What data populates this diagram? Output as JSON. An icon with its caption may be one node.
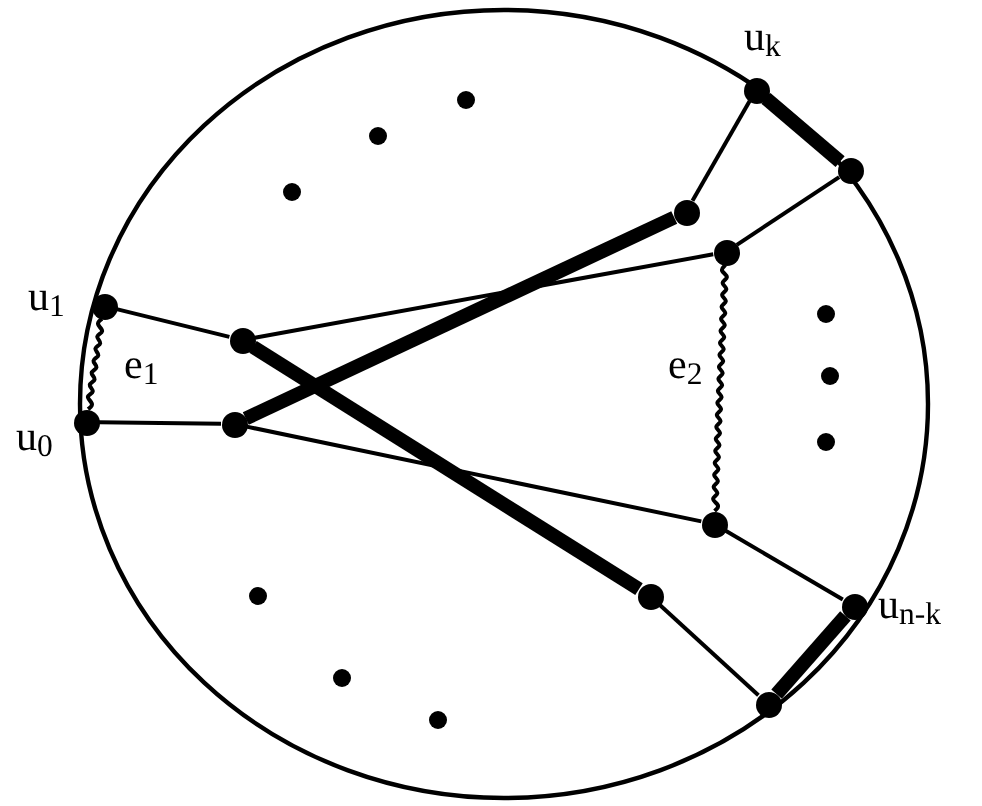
{
  "diagram": {
    "nodes": [
      {
        "text": [],
        "shape": "circle",
        "beside": [
          "u$_{1}$"
        ]
      },
      {
        "text": [],
        "shape": "circle",
        "beside": [
          "u$_{0}$"
        ]
      },
      {
        "text": [],
        "shape": "circle"
      },
      {
        "text": [],
        "shape": "circle"
      },
      {
        "text": [],
        "shape": "circle"
      },
      {
        "text": [],
        "shape": "circle"
      },
      {
        "text": [],
        "shape": "circle",
        "beside": [
          "u$_{k}$"
        ]
      },
      {
        "text": [],
        "shape": "circle"
      },
      {
        "text": [],
        "shape": "circle"
      },
      {
        "text": [],
        "shape": "circle"
      },
      {
        "text": [],
        "shape": "circle",
        "beside": [
          "u$_{n-k}$"
        ]
      },
      {
        "text": [],
        "shape": "circle"
      }
    ],
    "edges": [
      {
        "from": 0,
        "to": 1,
        "arrow": "none",
        "label": "e$_{1}$"
      },
      {
        "from": 0,
        "to": 2,
        "arrow": "none"
      },
      {
        "from": 1,
        "to": 3,
        "arrow": "none"
      },
      {
        "from": 2,
        "to": 5,
        "arrow": "none"
      },
      {
        "from": 2,
        "to": 9,
        "arrow": "none",
        "style": "thick"
      },
      {
        "from": 3,
        "to": 4,
        "arrow": "none",
        "style": "thick"
      },
      {
        "from": 3,
        "to": 8,
        "arrow": "none"
      },
      {
        "from": 6,
        "to": 4,
        "arrow": "none"
      },
      {
        "from": 6,
        "to": 7,
        "arrow": "none",
        "style": "thick"
      },
      {
        "from": 7,
        "to": 5,
        "arrow": "none"
      },
      {
        "from": 5,
        "to": 8,
        "arrow": "none",
        "label": "e$_{2}$"
      },
      {
        "from": 8,
        "to": 10,
        "arrow": "none"
      },
      {
        "from": 10,
        "to": 11,
        "arrow": "none",
        "style": "thick"
      },
      {
        "from": 11,
        "to": 9,
        "arrow": "none"
      }
    ]
  }
}
